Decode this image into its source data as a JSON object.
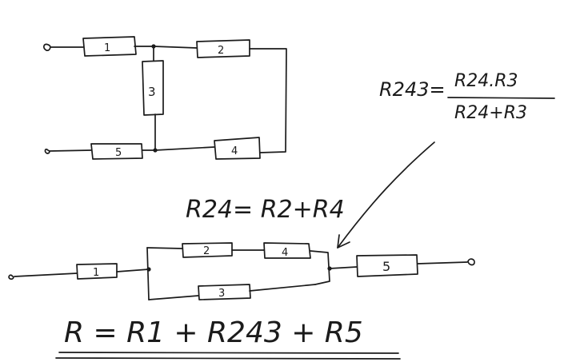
{
  "circuit_top": {
    "resistors": [
      "1",
      "2",
      "3",
      "5",
      "4"
    ]
  },
  "circuit_bottom": {
    "resistors": [
      "1",
      "2",
      "4",
      "3",
      "5"
    ]
  },
  "formulas": {
    "r243_lhs": "R243=",
    "r243_numerator": "R24.R3",
    "r243_denominator": "R24+R3",
    "r24": "R24= R2+R4",
    "total": "R = R1 + R243 + R5"
  }
}
